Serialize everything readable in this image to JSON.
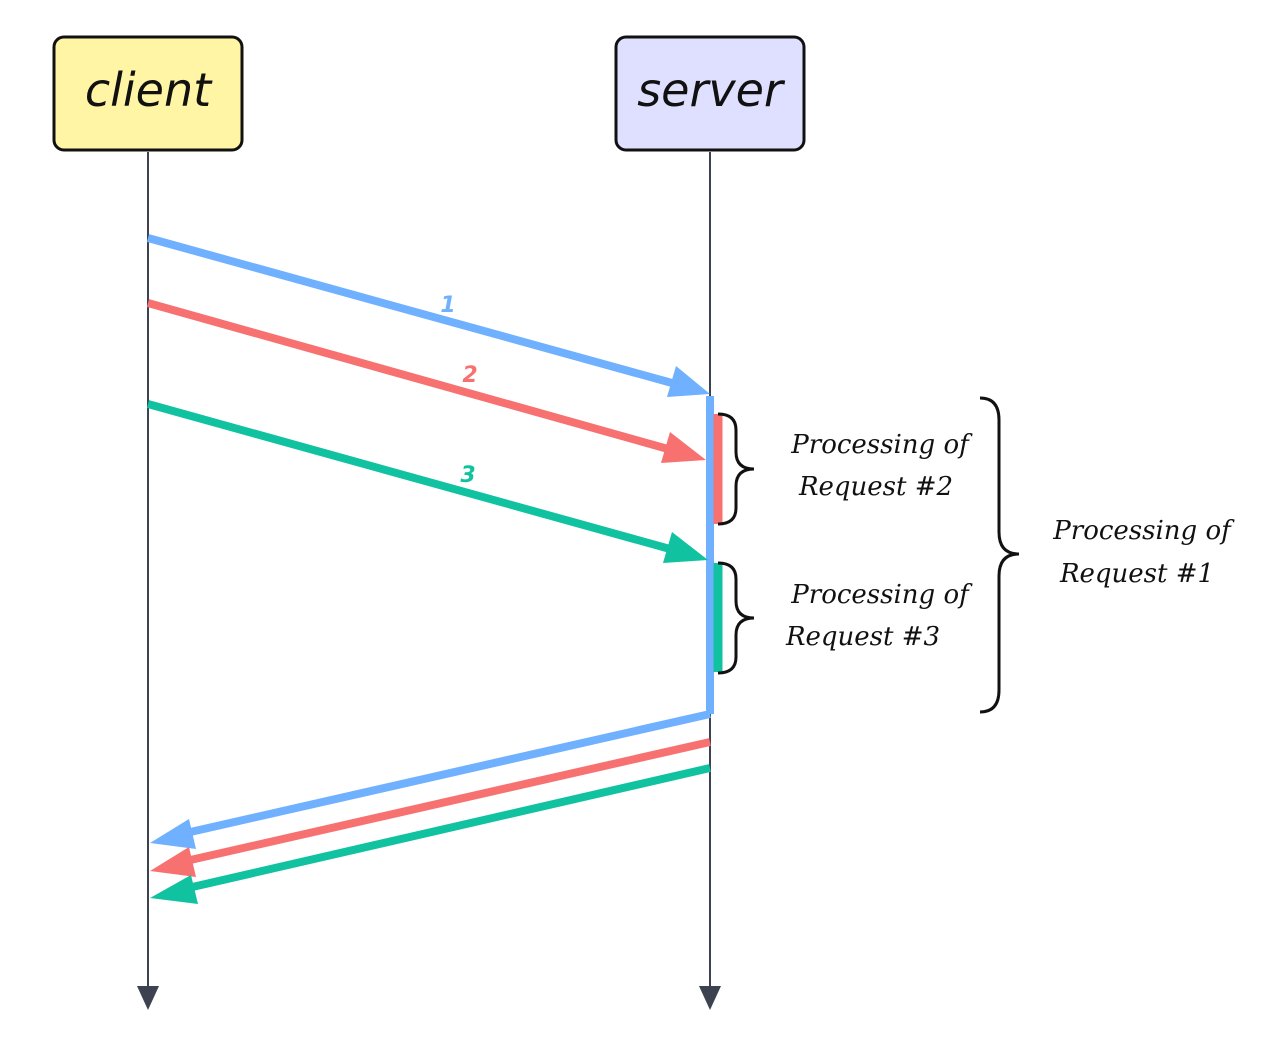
{
  "actors": {
    "client": {
      "label": "client",
      "fill": "#fff5a5"
    },
    "server": {
      "label": "server",
      "fill": "#dfe0ff"
    }
  },
  "colors": {
    "request_1": "#6fb0ff",
    "request_2": "#f87171",
    "request_3": "#10c2a0",
    "lifeline": "#3d4250"
  },
  "messages": [
    {
      "label": "1"
    },
    {
      "label": "2"
    },
    {
      "label": "3"
    }
  ],
  "notes": {
    "request_2": {
      "line1": "Processing of",
      "line2": "Request #2"
    },
    "request_3": {
      "line1": "Processing of",
      "line2": "Request #3"
    },
    "request_1": {
      "line1": "Processing of",
      "line2": "Request #1"
    }
  }
}
